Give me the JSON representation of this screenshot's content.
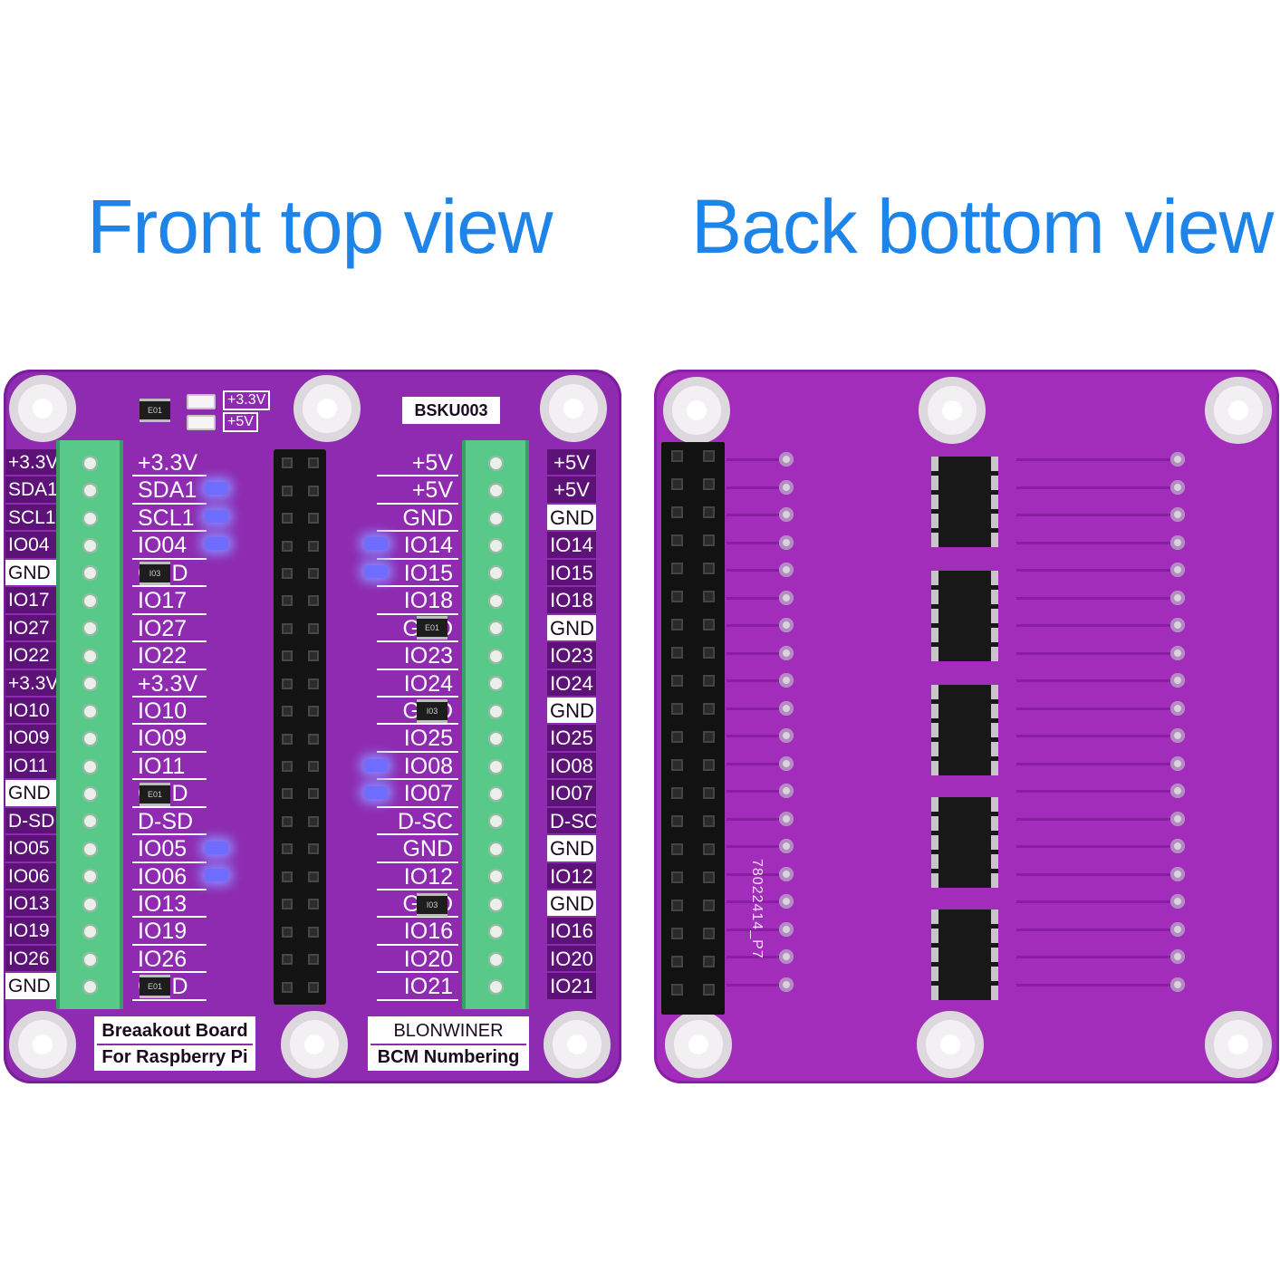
{
  "titles": {
    "front": "Front top view",
    "back": "Back bottom view"
  },
  "front": {
    "model": "BSKU003",
    "power_labels": [
      "+3.3V",
      "+5V"
    ],
    "info_left": [
      "Breaakout Board",
      "For Raspberry Pi"
    ],
    "info_right": [
      "BLONWINER",
      "BCM Numbering"
    ],
    "smd_marking": "E01",
    "outer_left": [
      "+3.3V",
      "SDA1",
      "SCL1",
      "IO04",
      "GND",
      "IO17",
      "IO27",
      "IO22",
      "+3.3V",
      "IO10",
      "IO09",
      "IO11",
      "GND",
      "D-SD",
      "IO05",
      "IO06",
      "IO13",
      "IO19",
      "IO26",
      "GND"
    ],
    "inner_left": [
      "+3.3V",
      "SDA1",
      "SCL1",
      "IO04",
      "GND",
      "IO17",
      "IO27",
      "IO22",
      "+3.3V",
      "IO10",
      "IO09",
      "IO11",
      "GND",
      "D-SD",
      "IO05",
      "IO06",
      "IO13",
      "IO19",
      "IO26",
      "GND"
    ],
    "inner_right": [
      "+5V",
      "+5V",
      "GND",
      "IO14",
      "IO15",
      "IO18",
      "GND",
      "IO23",
      "IO24",
      "GND",
      "IO25",
      "IO08",
      "IO07",
      "D-SC",
      "GND",
      "IO12",
      "GND",
      "IO16",
      "IO20",
      "IO21"
    ],
    "outer_right": [
      "+5V",
      "+5V",
      "GND",
      "IO14",
      "IO15",
      "IO18",
      "GND",
      "IO23",
      "IO24",
      "GND",
      "IO25",
      "IO08",
      "IO07",
      "D-SC",
      "GND",
      "IO12",
      "GND",
      "IO16",
      "IO20",
      "IO21"
    ]
  },
  "back": {
    "silkscreen": "78022414_P7"
  },
  "colors": {
    "heading": "#1f84e8",
    "pcb_front": "#8f2bb0",
    "pcb_back": "#a32dbb",
    "terminal": "#59c98a"
  }
}
